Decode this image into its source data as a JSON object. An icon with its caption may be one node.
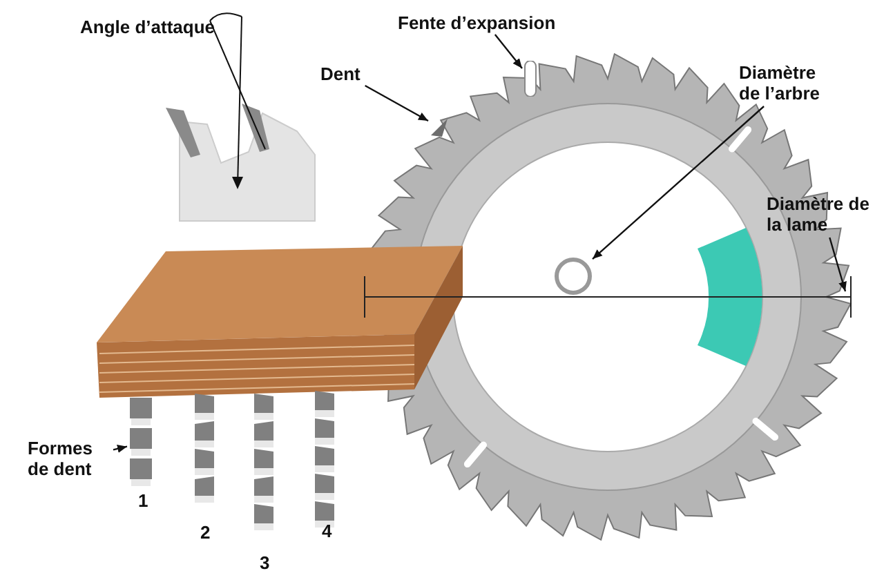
{
  "diagram": {
    "nodes": [
      {
        "text": [
          "Fente d’expansion"
        ]
      },
      {
        "text": [],
        "shape": "box"
      },
      {
        "text": [
          "Dent"
        ]
      },
      {
        "text": [],
        "shape": "picture"
      },
      {
        "text": [
          "Diamètre de l’arbre"
        ]
      },
      {
        "text": [],
        "shape": "circle"
      },
      {
        "text": [
          "Diamètre de la lame"
        ]
      },
      {
        "text": [
          "Formes de dent"
        ]
      },
      {
        "text": [],
        "shape": "picture"
      }
    ],
    "edges": [
      {
        "from": 0,
        "to": 1,
        "arrow": "to"
      },
      {
        "from": 2,
        "to": 3,
        "arrow": "to"
      },
      {
        "from": 4,
        "to": 5,
        "arrow": "to"
      },
      {
        "from": 6,
        "to": null,
        "arrow": "to"
      },
      {
        "from": 7,
        "to": 8,
        "arrow": "to"
      }
    ],
    "labels": [
      "Angle d’attaque",
      "1",
      "2",
      "3",
      "4"
    ]
  }
}
